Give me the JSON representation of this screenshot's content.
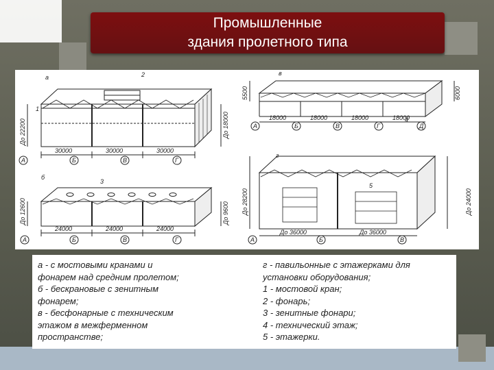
{
  "title": {
    "line1": "Промышленные",
    "line2": "здания пролетного типа"
  },
  "panels": {
    "a": {
      "letter": "а",
      "callouts": [
        "1",
        "2"
      ],
      "height_label": "До 22200",
      "inner_height_label": "До 18000",
      "spans": [
        "30000",
        "30000",
        "30000"
      ],
      "axes": [
        "А",
        "Б",
        "В",
        "Г"
      ]
    },
    "b": {
      "letter": "б",
      "callouts": [
        "3"
      ],
      "height_label": "До 12600",
      "inner_height_label": "До 9600",
      "spans": [
        "24000",
        "24000",
        "24000"
      ],
      "axes": [
        "А",
        "Б",
        "В",
        "Г"
      ]
    },
    "v": {
      "letter": "в",
      "height_left": "5500",
      "height_right": "6000",
      "callouts": [
        "4"
      ],
      "spans": [
        "18000",
        "18000",
        "18000",
        "18000"
      ],
      "axes": [
        "А",
        "Б",
        "В",
        "Г",
        "Д"
      ]
    },
    "g": {
      "letter": "г",
      "callouts": [
        "5"
      ],
      "height_label": "До 28200",
      "inner_height_label": "До 24000",
      "spans": [
        "До 36000",
        "До 36000"
      ],
      "axes": [
        "А",
        "Б",
        "В"
      ]
    }
  },
  "captions": {
    "left": [
      "а - с мостовыми кранами и",
      "фонарем над средним пролетом;",
      "б - бескрановые с зенитным",
      "фонарем;",
      "в - бесфонарные с техническим",
      "этажом в межферменном",
      "пространстве;"
    ],
    "right": [
      "г - павильонные с этажерками для",
      "установки оборудования;",
      "1 - мостовой кран;",
      "2 - фонарь;",
      "3 - зенитные фонари;",
      "4 - технический этаж;",
      "5 - этажерки."
    ]
  },
  "colors": {
    "title_bg": "#7a0f10",
    "background": "#5f6155",
    "square_white": "#ffffff",
    "square_grey": "#8a8a80",
    "square_blue": "#a9b8c6"
  }
}
